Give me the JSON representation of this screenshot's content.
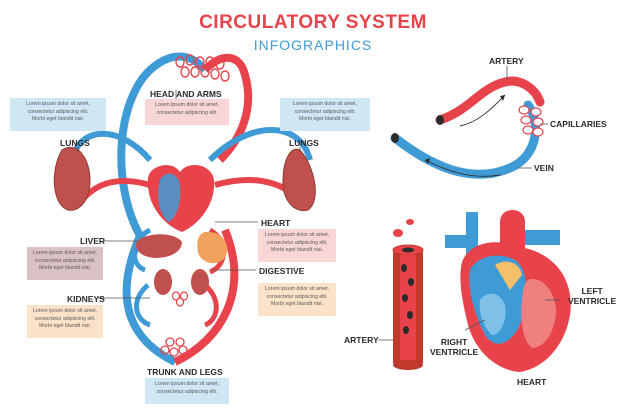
{
  "header": {
    "title": "CIRCULATORY SYSTEM",
    "subtitle": "INFOGRAPHICS"
  },
  "labels": {
    "head_and_arms": "HEAD AND ARMS",
    "lungs_left": "LUNGS",
    "lungs_right": "LUNGS",
    "liver": "LIVER",
    "heart": "HEART",
    "kidneys": "KIDNEYS",
    "digestive": "DIGESTIVE",
    "trunk_and_legs": "TRUNK AND LEGS",
    "artery_top": "ARTERY",
    "capillaries": "CAPILLARIES",
    "vein": "VEIN",
    "artery_bottom": "ARTERY",
    "right_ventricle_1": "RIGHT",
    "right_ventricle_2": "VENTRICLE",
    "left_ventricle_1": "LEFT",
    "left_ventricle_2": "VENTRICLE",
    "heart_bottom": "HEART"
  },
  "lorem": {
    "line1": "Lorem ipsum dolor sit amet,",
    "line2": "consectetur adipiscing elit.",
    "line3": "Morbi eget blandit nisi."
  },
  "colors": {
    "red": "#e8434a",
    "dark_red": "#c0392b",
    "blue": "#3f9bd6",
    "light_blue_box": "#cfe6f5",
    "pink_box": "#f8d5d6",
    "mauve_box": "#dcc1c4",
    "peach_box": "#fbe3c9"
  }
}
